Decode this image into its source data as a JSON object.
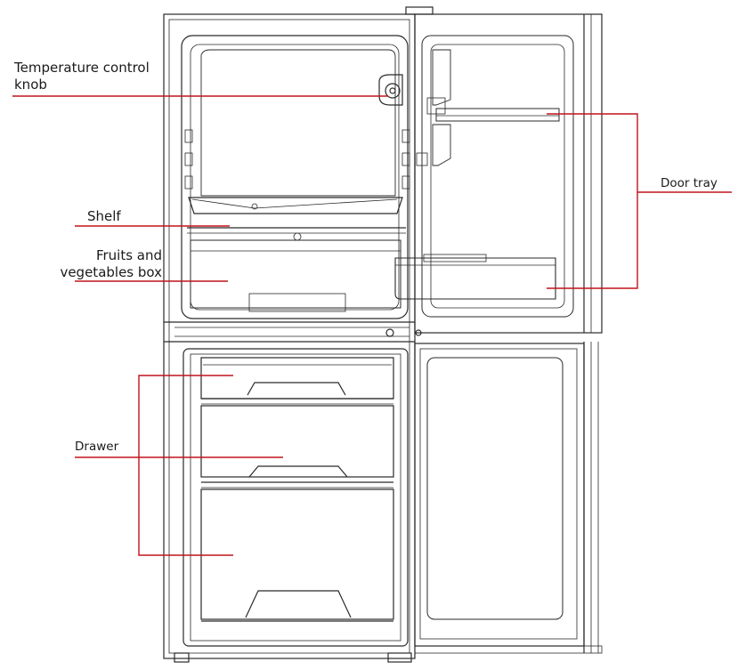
{
  "labels": {
    "temperature_control_knob": "Temperature control knob",
    "shelf": "Shelf",
    "fruits_and_vegetables_box": "Fruits and vegetables box",
    "drawer": "Drawer",
    "door_tray": "Door tray"
  },
  "colors": {
    "leader_line": "#c0131b",
    "outline": "#2a2a2a",
    "background": "#ffffff"
  }
}
